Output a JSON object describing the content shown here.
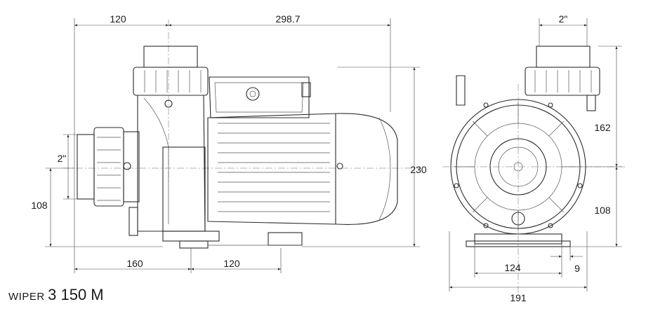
{
  "dimensions": {
    "side_view": {
      "top_left_width": "120",
      "top_right_width": "298.7",
      "inlet_diameter": "2\"",
      "inlet_height": "108",
      "overall_height": "230",
      "bottom_left_width": "160",
      "bottom_right_width": "120"
    },
    "front_view": {
      "outlet_diameter": "2\"",
      "upper_height": "162",
      "lower_height": "108",
      "base_width": "124",
      "foot_width": "9",
      "overall_width": "191"
    }
  },
  "title": {
    "brand": "WIPER",
    "model": "3 150 M"
  }
}
